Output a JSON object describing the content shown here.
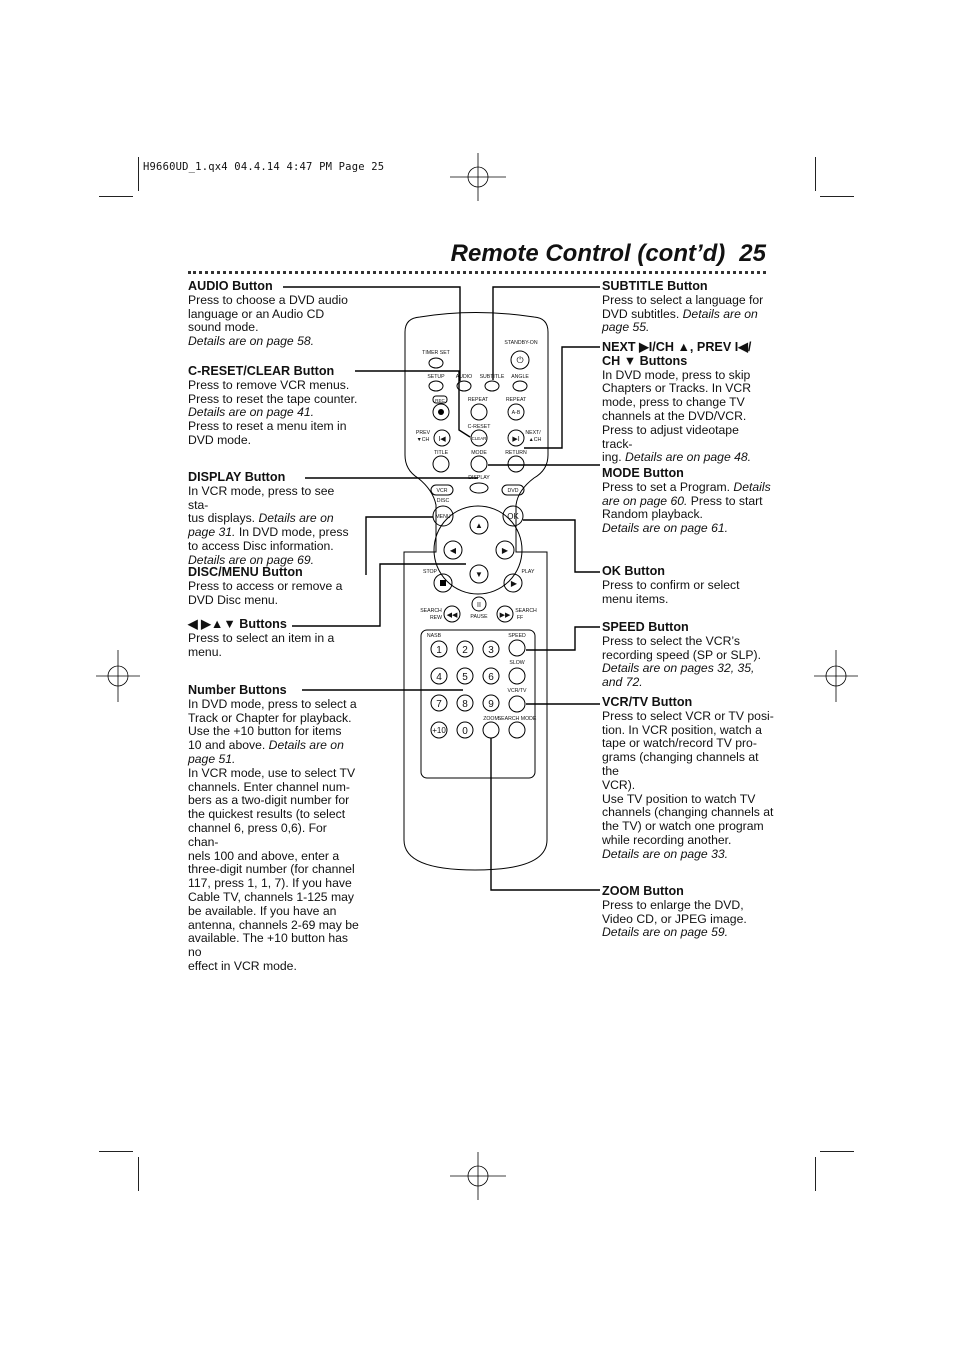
{
  "slug": "H9660UD_1.qx4  04.4.14  4:47 PM  Page 25",
  "header": {
    "title": "Remote Control (cont’d)",
    "page_number": "25"
  },
  "left": [
    {
      "head": "AUDIO Button",
      "lines": [
        "Press to choose a DVD audio",
        "language or an Audio CD",
        "sound mode."
      ],
      "detail": "Details are on page 58."
    },
    {
      "head": "C-RESET/CLEAR Button",
      "lines": [
        "Press to remove VCR menus.",
        "Press to reset the tape counter."
      ],
      "detail": "Details are on page 41.",
      "extra": [
        "Press to reset a menu item in",
        "DVD mode."
      ]
    },
    {
      "head": "DISPLAY Button",
      "lines": [
        "In VCR mode, press to see sta-",
        "tus displays."
      ],
      "detail": "Details are on page 31.",
      "extra": [
        "In DVD mode, press to",
        "access Disc information."
      ],
      "detail2": "Details are on page 69."
    },
    {
      "head": "DISC/MENU Button",
      "lines": [
        "Press to access or remove a",
        "DVD Disc menu."
      ]
    },
    {
      "head": "◀ ▶▲▼ Buttons",
      "lines": [
        "Press to select an item in a",
        "menu."
      ]
    },
    {
      "head": "Number Buttons",
      "lines": [
        "In DVD mode, press to select a",
        "Track or Chapter for playback.",
        "Use the +10 button for items",
        "10 and above."
      ],
      "detail": "Details are on page 51.",
      "extra": [
        "In VCR mode, use to select TV",
        "channels. Enter channel num-",
        "bers as a two-digit number for",
        "the quickest results (to select",
        "channel 6, press 0,6). For chan-",
        "nels 100 and above, enter a",
        "three-digit number (for channel",
        "117, press 1, 1, 7). If you have",
        "Cable TV, channels 1-125 may",
        "be available. If you have an",
        "antenna, channels 2-69 may be",
        "available. The +10 button has no",
        "effect in VCR mode."
      ]
    }
  ],
  "right": [
    {
      "head": "SUBTITLE Button",
      "lines": [
        "Press to select a language for",
        "DVD subtitles."
      ],
      "detail": "Details are on page 55."
    },
    {
      "head": "NEXT ▶I/CH ▲, PREV I◀/ CH ▼ Buttons",
      "lines": [
        "In DVD mode, press to skip",
        "Chapters or Tracks. In VCR",
        "mode, press to change TV",
        "channels at the DVD/VCR.",
        "Press to adjust videotape track-",
        "ing."
      ],
      "detail": "Details are on page 48."
    },
    {
      "head": "MODE Button",
      "lines": [
        "Press to set a Program."
      ],
      "detail": "Details are on page 60.",
      "extra": [
        "Press to start",
        "Random playback."
      ],
      "detail2": "Details are on page 61."
    },
    {
      "head": "OK Button",
      "lines": [
        "Press to confirm or select",
        "menu items."
      ]
    },
    {
      "head": "SPEED Button",
      "lines": [
        "Press to select the VCR’s",
        "recording speed (SP or SLP)."
      ],
      "detail": "Details are on pages 32, 35, and 72."
    },
    {
      "head": "VCR/TV Button",
      "lines": [
        "Press to select VCR or TV posi-",
        "tion. In VCR position, watch a",
        "tape or watch/record TV pro-",
        "grams (changing channels at the",
        "VCR).",
        "Use TV position to watch TV",
        "channels (changing channels at",
        "the TV) or watch one program",
        "while recording another."
      ],
      "detail": "Details are on page 33."
    },
    {
      "head": "ZOOM Button",
      "lines": [
        "Press to enlarge the DVD,",
        "Video CD, or JPEG image."
      ],
      "detail": "Details are on page 59."
    }
  ],
  "remote": {
    "labels": {
      "standby": "STANDBY-ON",
      "timer": "TIMER SET",
      "setup": "SETUP",
      "audio": "AUDIO",
      "subtitle": "SUBTITLE",
      "angle": "ANGLE",
      "rec": "REC",
      "repeat1": "REPEAT",
      "repeat2": "REPEAT",
      "ab": "A-B",
      "creset": "C-RESET",
      "clear": "CLEAR",
      "prev": "PREV",
      "prevch": "▼CH",
      "next": "NEXT/",
      "nextch": "▲CH",
      "title": "TITLE",
      "mode": "MODE",
      "return": "RETURN",
      "display": "DISPLAY",
      "vcr": "VCR",
      "dvd": "DVD",
      "disc": "DISC",
      "menu": "MENU",
      "ok": "OK",
      "stop": "STOP",
      "play": "PLAY",
      "search_rew": "SEARCH",
      "rew": "REW",
      "pause": "PAUSE",
      "search_ff": "SEARCH",
      "ff": "FF",
      "nasb": "NASB",
      "speed": "SPEED",
      "slow": "SLOW",
      "vcrtv": "VCR/TV",
      "zoom": "ZOOM",
      "searchmode": "SEARCH MODE"
    },
    "numbers": [
      "1",
      "2",
      "3",
      "4",
      "5",
      "6",
      "7",
      "8",
      "9",
      "+10",
      "0"
    ]
  }
}
